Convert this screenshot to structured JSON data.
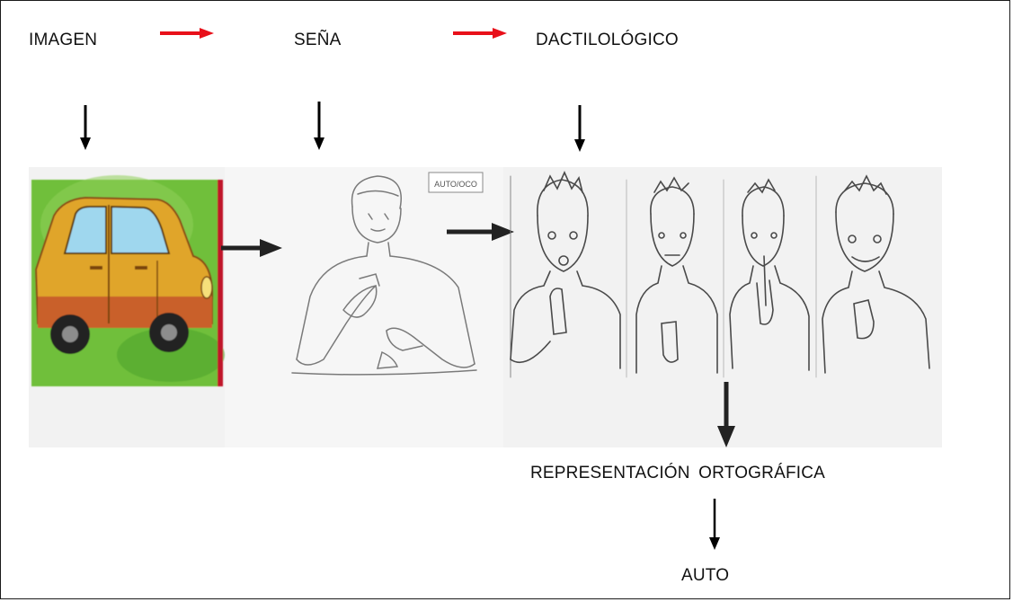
{
  "labels": {
    "imagen": "IMAGEN",
    "sena": "SEÑA",
    "dactilologico": "DACTILOLÓGICO",
    "representacion": "REPRESENTACIÓN ORTOGRÁFICA",
    "auto": "AUTO",
    "card_text": "AUTO/OCO"
  },
  "colors": {
    "red_arrow": "#e8101a",
    "car_body": "#e0a52a",
    "car_body_shadow": "#c4781f",
    "car_lower": "#c9612a",
    "green_bg": "#6fbf3a",
    "red_edge": "#c0132b",
    "sketch_line": "#777777",
    "paper": "#f3f3f3"
  },
  "illustrations": {
    "car": "car-illustration",
    "sign": "sign-person-sketch",
    "fingerspelling": "fingerspelling-sketches"
  }
}
